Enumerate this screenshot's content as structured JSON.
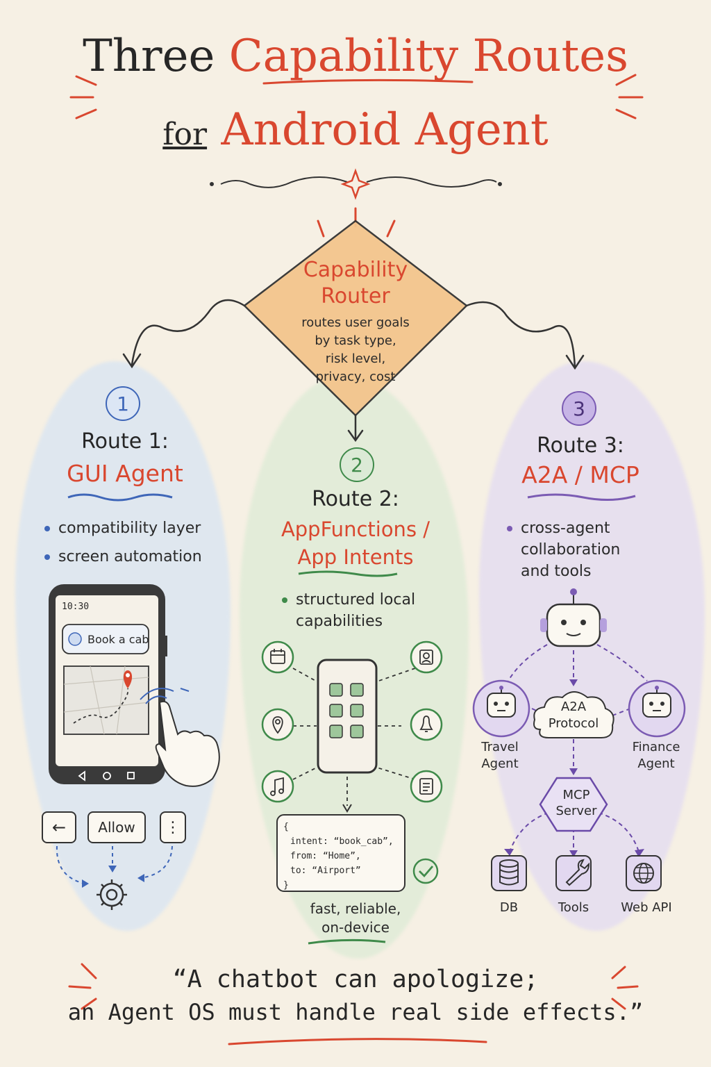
{
  "title": {
    "line1_dark": "Three",
    "line1_red": "Capability Routes",
    "line2_dark": "for",
    "line2_red": "Android Agent"
  },
  "router": {
    "title_line1": "Capability",
    "title_line2": "Router",
    "desc_line1": "routes user goals",
    "desc_line2": "by task type,",
    "desc_line3": "risk level,",
    "desc_line4": "privacy, cost"
  },
  "route1": {
    "number": "1",
    "heading": "Route 1:",
    "name": "GUI Agent",
    "bullets": [
      "compatibility layer",
      "screen automation"
    ],
    "phone_time": "10:30",
    "phone_chip": "Book a cab",
    "allow_label": "Allow"
  },
  "route2": {
    "number": "2",
    "heading": "Route 2:",
    "name_line1": "AppFunctions /",
    "name_line2": "App Intents",
    "bullet_line1": "structured local",
    "bullet_line2": "capabilities",
    "code_line1": "intent: “book_cab”,",
    "code_line2": "from: “Home”,",
    "code_line3": "to: “Airport”",
    "footer_line1": "fast, reliable,",
    "footer_line2": "on-device"
  },
  "route3": {
    "number": "3",
    "heading": "Route 3:",
    "name": "A2A / MCP",
    "bullet_line1": "cross-agent",
    "bullet_line2": "collaboration",
    "bullet_line3": "and tools",
    "protocol_line1": "A2A",
    "protocol_line2": "Protocol",
    "travel_line1": "Travel",
    "travel_line2": "Agent",
    "finance_line1": "Finance",
    "finance_line2": "Agent",
    "mcp_line1": "MCP",
    "mcp_line2": "Server",
    "tool_db": "DB",
    "tool_tools": "Tools",
    "tool_web": "Web API"
  },
  "quote": {
    "line1": "“A chatbot can apologize;",
    "line2": "an Agent OS must handle real side effects.”"
  },
  "colors": {
    "red": "#d9472f",
    "blue": "#3e66b8",
    "green": "#3f8a4a",
    "purple": "#7b5bb3",
    "orange": "#f3c58d"
  }
}
